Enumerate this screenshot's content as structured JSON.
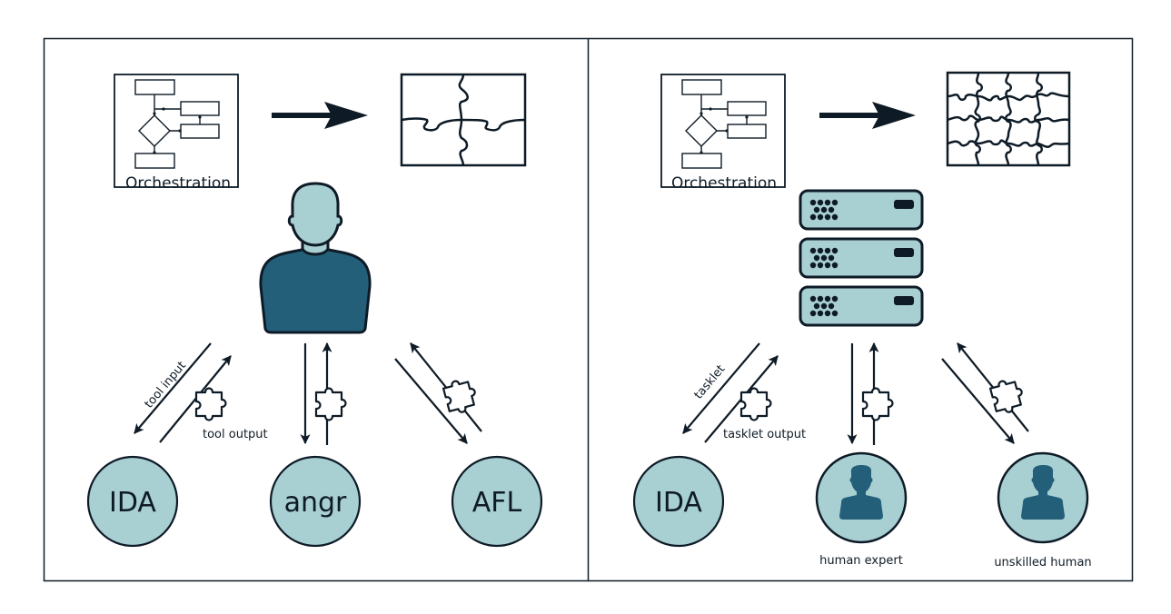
{
  "colors": {
    "ink": "#0e1b26",
    "light_teal": "#a8cfd2",
    "dark_teal": "#245f7a",
    "background": "#ffffff"
  },
  "left_panel": {
    "orchestration_label": "Orchestration",
    "puzzle_pieces": 4,
    "center_actor": "human operator",
    "edges": [
      {
        "to": "IDA",
        "down_label": "tool input",
        "up_label": "tool output"
      },
      {
        "to": "angr",
        "down_label": "",
        "up_label": ""
      },
      {
        "to": "AFL",
        "down_label": "",
        "up_label": ""
      }
    ],
    "nodes": [
      {
        "label": "IDA",
        "kind": "text"
      },
      {
        "label": "angr",
        "kind": "text"
      },
      {
        "label": "AFL",
        "kind": "text"
      }
    ]
  },
  "right_panel": {
    "orchestration_label": "Orchestration",
    "puzzle_pieces": 16,
    "center_actor": "server stack",
    "edges": [
      {
        "to": "IDA",
        "down_label": "tasklet",
        "up_label": "tasklet output"
      },
      {
        "to": "human expert",
        "down_label": "",
        "up_label": ""
      },
      {
        "to": "unskilled human",
        "down_label": "",
        "up_label": ""
      }
    ],
    "nodes": [
      {
        "label": "IDA",
        "kind": "text",
        "caption": ""
      },
      {
        "label": "",
        "kind": "person",
        "caption": "human expert"
      },
      {
        "label": "",
        "kind": "person",
        "caption": "unskilled human"
      }
    ]
  }
}
